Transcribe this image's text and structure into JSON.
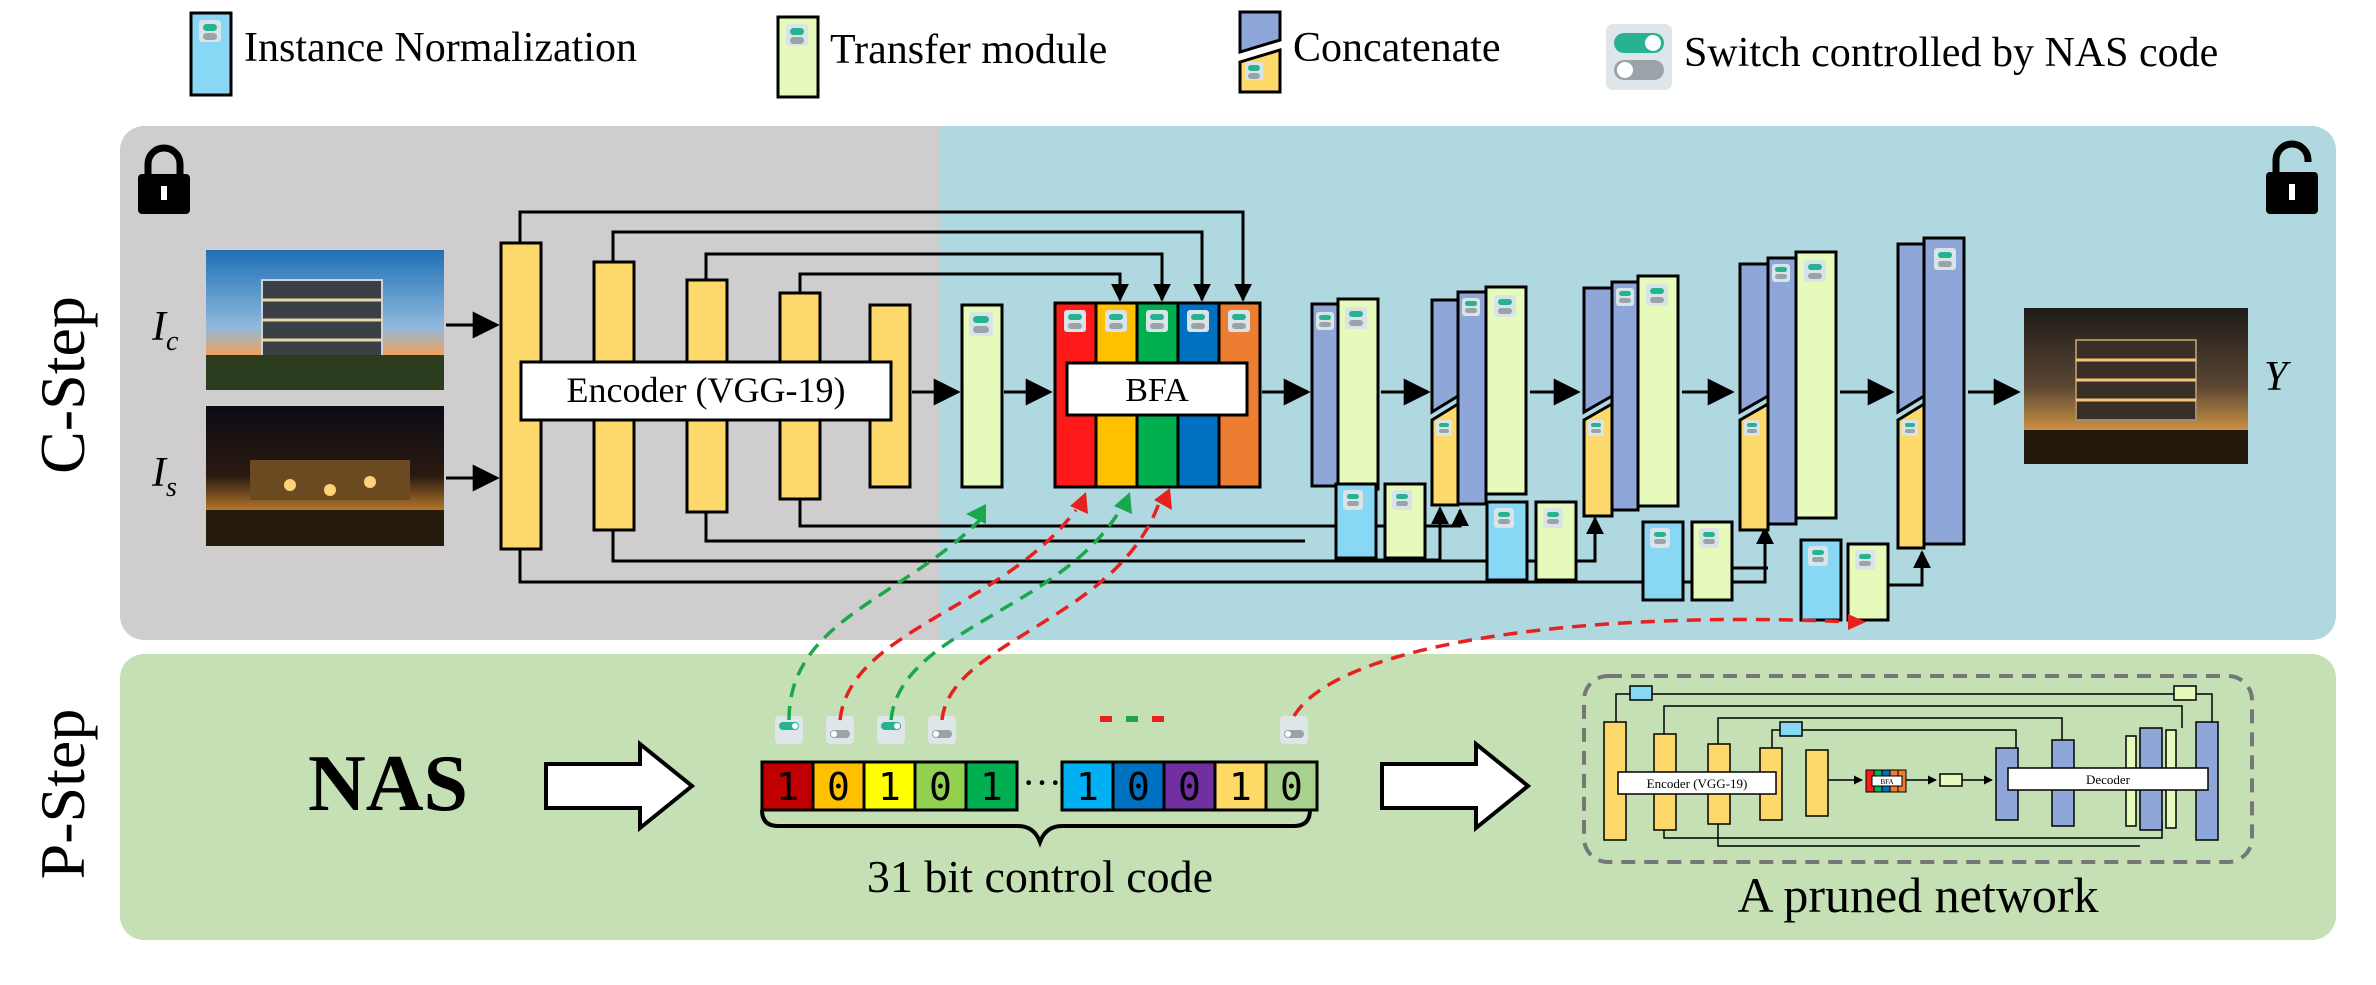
{
  "legend": {
    "instance_norm": "Instance Normalization",
    "transfer": "Transfer module",
    "concat": "Concatenate",
    "switch": "Switch controlled by NAS code"
  },
  "c_step": {
    "label": "C-Step",
    "input_content": "I",
    "input_content_sub": "c",
    "input_style": "I",
    "input_style_sub": "s",
    "encoder_label": "Encoder (VGG-19)",
    "bfa_label": "BFA",
    "output_label": "Y"
  },
  "p_step": {
    "label": "P-Step",
    "nas_label": "NAS",
    "bits_left": [
      "1",
      "0",
      "1",
      "0",
      "1"
    ],
    "ellipsis": "···",
    "bits_right": [
      "1",
      "0",
      "0",
      "1",
      "0"
    ],
    "code_caption": "31 bit control code",
    "pruned_caption": "A pruned network",
    "pruned_encoder": "Encoder (VGG-19)",
    "pruned_bfa": "BFA",
    "pruned_decoder": "Decoder"
  },
  "colors": {
    "c_left_bg": "#d0cdce",
    "c_right_bg": "#b0d8e0",
    "p_bg": "#c4e0b4",
    "encoder_yellow": "#fdd86a",
    "instance_norm_blue": "#87d7f5",
    "transfer_green": "#e6fbbb",
    "concat_blue": "#8ea6d8",
    "bfa_colors": [
      "#ff1a1a",
      "#ffc000",
      "#00b050",
      "#0070c0",
      "#ed7d31"
    ],
    "bits_left_colors": [
      "#c00000",
      "#ffc000",
      "#ffff00",
      "#92d050",
      "#00b050"
    ],
    "bits_right_colors": [
      "#00b0f0",
      "#0070c0",
      "#7030a0",
      "#ffd966",
      "#a9d18e"
    ],
    "dash_green": "#1aa84a",
    "dash_red": "#e8201e"
  }
}
